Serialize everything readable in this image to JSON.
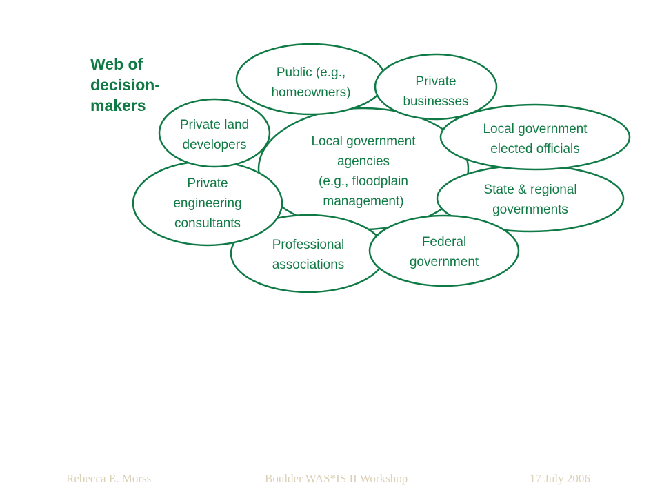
{
  "title": {
    "lines": [
      "Web of",
      "decision-",
      "makers"
    ]
  },
  "nodes": {
    "center": {
      "lines": [
        "Local government",
        "agencies",
        "(e.g., floodplain",
        "management)"
      ]
    },
    "public": {
      "lines": [
        "Public (e.g.,",
        "homeowners)"
      ]
    },
    "private_businesses": {
      "lines": [
        "Private",
        "businesses"
      ]
    },
    "private_land_developers": {
      "lines": [
        "Private land",
        "developers"
      ]
    },
    "local_elected_officials": {
      "lines": [
        "Local government",
        "elected officials"
      ]
    },
    "private_engineering_consultants": {
      "lines": [
        "Private",
        "engineering",
        "consultants"
      ]
    },
    "state_regional_governments": {
      "lines": [
        "State & regional",
        "governments"
      ]
    },
    "professional_associations": {
      "lines": [
        "Professional",
        "associations"
      ]
    },
    "federal_government": {
      "lines": [
        "Federal",
        "government"
      ]
    }
  },
  "footer": {
    "author": "Rebecca E. Morss",
    "event": "Boulder WAS*IS II Workshop",
    "date": "17 July 2006"
  },
  "colors": {
    "accent_green": "#107a45",
    "footer_text": "#dad0b6",
    "background": "#ffffff"
  }
}
